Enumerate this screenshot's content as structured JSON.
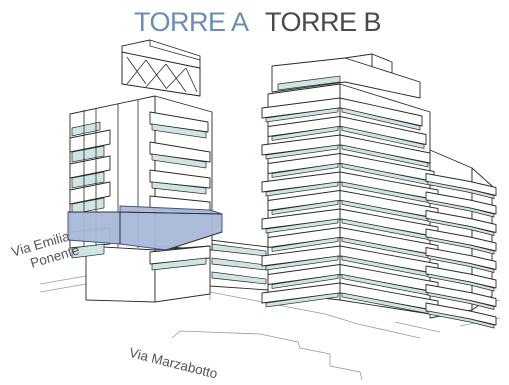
{
  "labels": {
    "tower_a": "TORRE A",
    "tower_b": "TORRE B"
  },
  "streets": {
    "emilia_line1": "Via Emilia",
    "emilia_line2": "Ponente",
    "marzabotto": "Via Marzabotto"
  },
  "colors": {
    "tower_a_label": "#6b8bb8",
    "tower_b_label": "#4a4a4a",
    "highlight_floor": "#a9b9d8",
    "glazing": "#cfe5e3"
  }
}
